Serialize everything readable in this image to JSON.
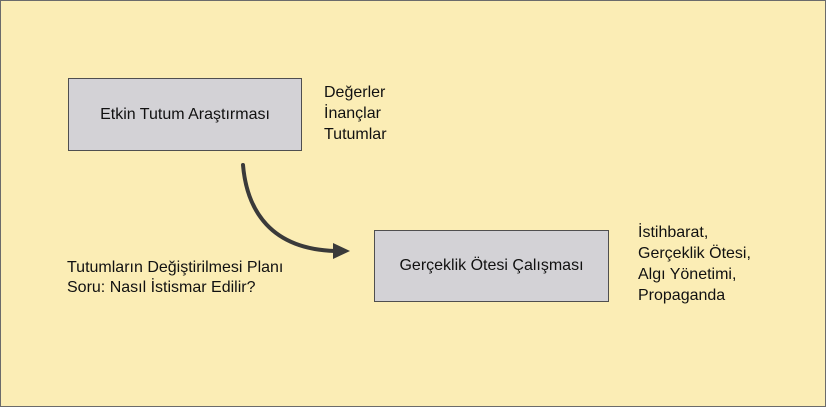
{
  "diagram": {
    "background": "#fbedb5",
    "box_fill": "#d3d2d6",
    "arrow_color": "#3a3a3a",
    "box_research": {
      "label": "Etkin Tutum Araştırması"
    },
    "box_reality": {
      "label": "Gerçeklik Ötesi Çalışması"
    },
    "research_notes": [
      "Değerler",
      "İnançlar",
      "Tutumlar"
    ],
    "reality_notes": [
      "İstihbarat,",
      "Gerçeklik Ötesi,",
      "Algı Yönetimi,",
      "Propaganda"
    ],
    "plan_notes": [
      "Tutumların Değiştirilmesi Planı",
      "Soru: Nasıl İstismar Edilir?"
    ]
  }
}
